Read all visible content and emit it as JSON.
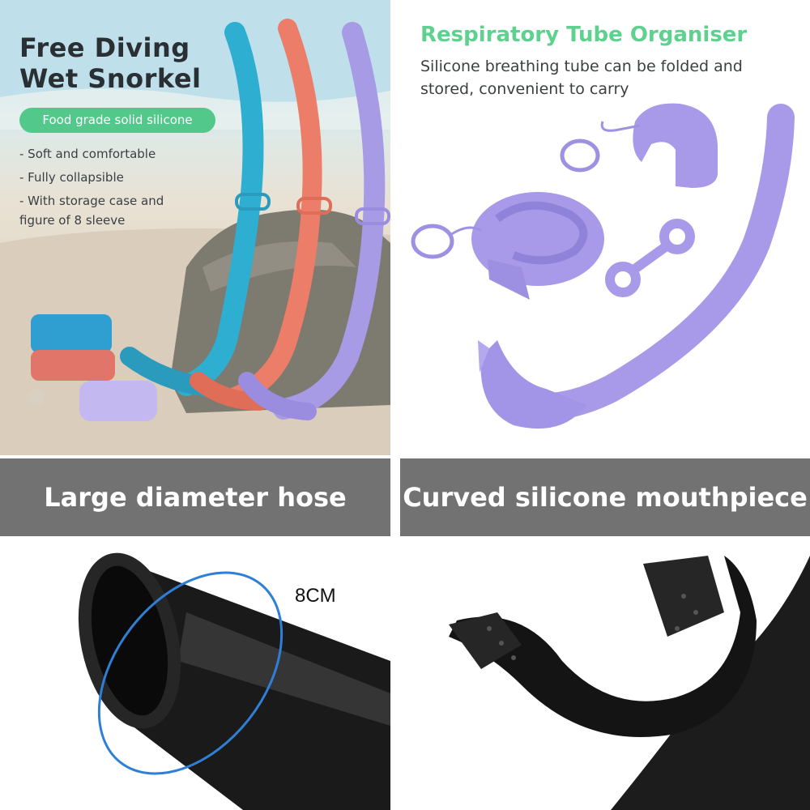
{
  "top_left": {
    "title_line1": "Free Diving",
    "title_line2": "Wet Snorkel",
    "badge": "Food grade solid silicone",
    "bullets": [
      "- Soft and comfortable",
      "- Fully collapsible",
      "- With storage case and figure of 8 sleeve"
    ]
  },
  "top_right": {
    "title": "Respiratory Tube Organiser",
    "description": "Silicone breathing tube can be folded and stored, convenient to carry"
  },
  "banners": {
    "left": "Large diameter hose",
    "right": "Curved silicone mouthpiece"
  },
  "bottom_left": {
    "dimension_label": "8CM"
  },
  "colors": {
    "accent_green": "#52c98a",
    "title_green": "#5fd18f",
    "banner_gray": "#727272",
    "snorkel_blue": "#2eaed0",
    "snorkel_coral": "#ec7d68",
    "snorkel_purple": "#a79be6",
    "hose_black": "#151515",
    "dimension_blue": "#2f7fd6"
  }
}
